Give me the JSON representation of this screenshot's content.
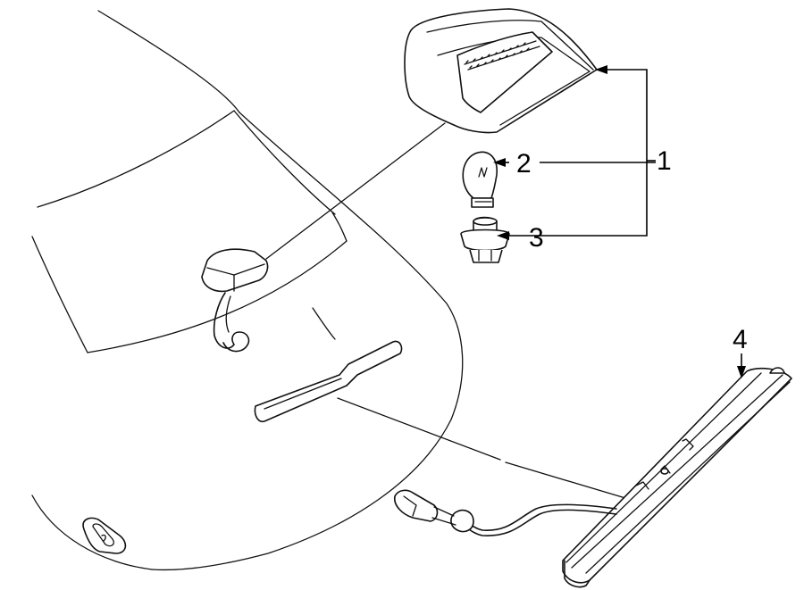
{
  "diagram": {
    "callouts": [
      {
        "id": "1",
        "label": "1"
      },
      {
        "id": "2",
        "label": "2"
      },
      {
        "id": "3",
        "label": "3"
      },
      {
        "id": "4",
        "label": "4"
      }
    ],
    "parts": [
      {
        "callout": "1",
        "icon": "high-mount-stop-lamp-housing-icon"
      },
      {
        "callout": "2",
        "icon": "bulb-icon"
      },
      {
        "callout": "3",
        "icon": "bulb-socket-icon"
      },
      {
        "callout": "4",
        "icon": "spoiler-mounted-lamp-assembly-icon"
      }
    ],
    "colors": {
      "line": "#111111",
      "background": "#ffffff"
    }
  }
}
